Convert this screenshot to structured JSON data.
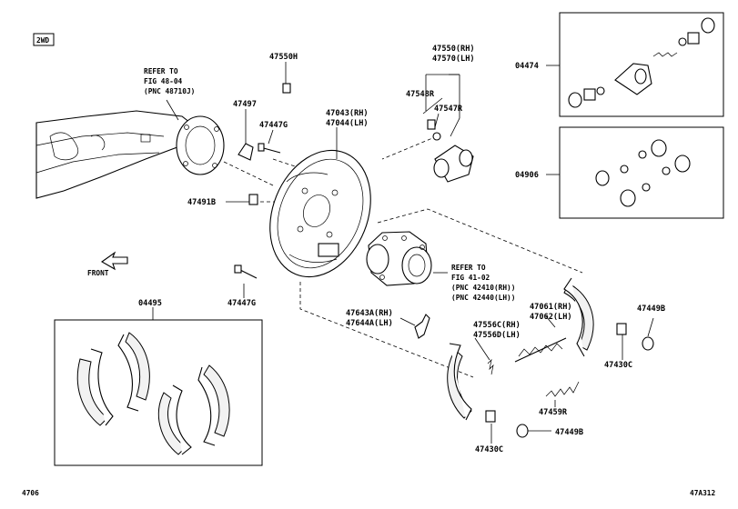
{
  "badge": "2WD",
  "refer_axle": [
    "REFER TO",
    "FIG 48-04",
    "(PNC 48710J)"
  ],
  "refer_hub": [
    "REFER TO",
    "FIG 41-02",
    "(PNC 42410(RH))",
    "(PNC 42440(LH))"
  ],
  "front_label": "FRONT",
  "labels": {
    "p47550H": "47550H",
    "p47497": "47497",
    "p47447G_top": "47447G",
    "p47043": "47043(RH)",
    "p47044": "47044(LH)",
    "p47550": "47550(RH)",
    "p47570": "47570(LH)",
    "p47548R": "47548R",
    "p47547R": "47547R",
    "p04474": "04474",
    "p04906": "04906",
    "p47491B": "47491B",
    "p47447G_bot": "47447G",
    "p04495": "04495",
    "p47643A": "47643A(RH)",
    "p47644A": "47644A(LH)",
    "p47061": "47061(RH)",
    "p47062": "47062(LH)",
    "p47449B_right": "47449B",
    "p47556C": "47556C(RH)",
    "p47556D": "47556D(LH)",
    "p47430C_right": "47430C",
    "p47459R": "47459R",
    "p47449B_bot": "47449B",
    "p47430C_bot": "47430C"
  },
  "footer": {
    "left": "4706",
    "right": "47A312"
  }
}
